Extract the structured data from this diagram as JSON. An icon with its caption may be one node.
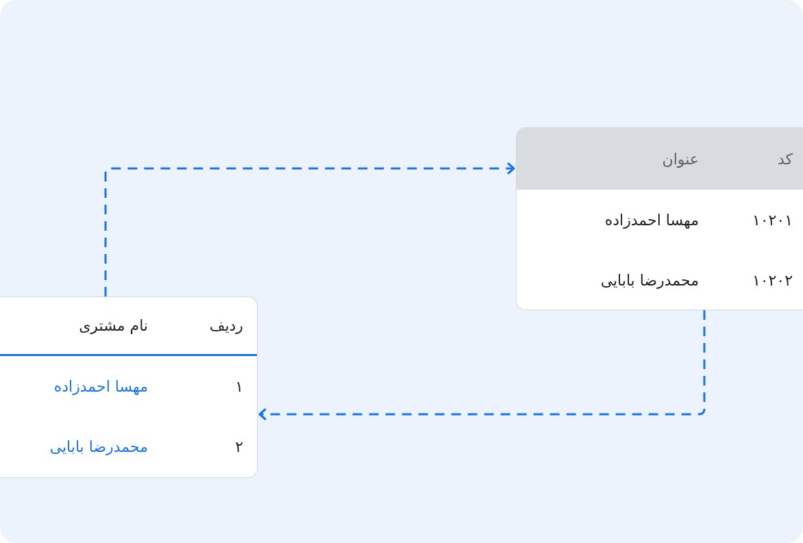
{
  "diagram": {
    "nodes": [
      {
        "text": [
          "ردیف",
          "نام مشتری",
          "۱",
          "مهسا احمدزاده",
          "۲",
          "محمدرضا بابایی"
        ]
      },
      {
        "text": [
          "کد",
          "عنوان",
          "۱۰۲۰۱",
          "مهسا احمدزاده",
          "۱۰۲۰۲",
          "محمدرضا بابایی"
        ]
      }
    ],
    "edges": [
      {
        "from": 0,
        "to": 1,
        "arrow": "to",
        "style": "dashed"
      },
      {
        "from": 1,
        "to": 0,
        "arrow": "to",
        "style": "dashed"
      }
    ]
  }
}
